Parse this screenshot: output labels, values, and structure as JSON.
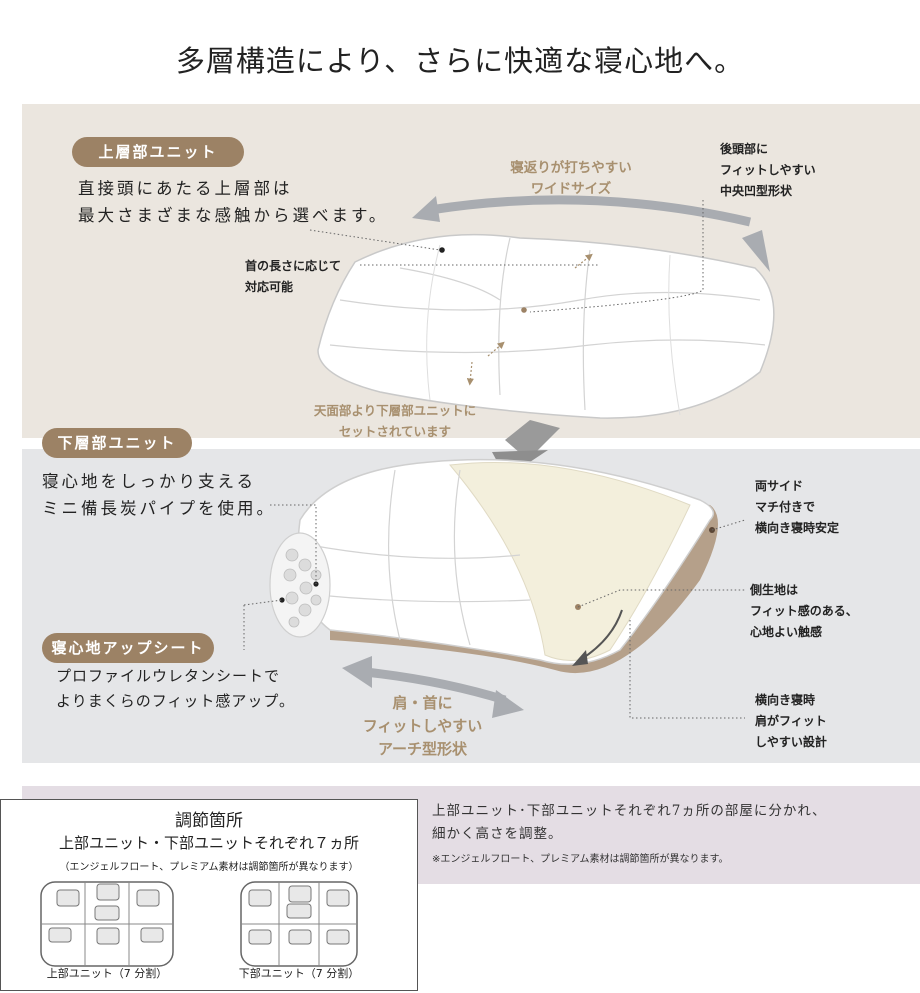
{
  "title": "多層構造により、さらに快適な寝心地へ。",
  "colors": {
    "band_top": "#ebe6df",
    "band_mid": "#e5e6e8",
    "band_bottom": "#e4dde4",
    "pill": "#9c8265",
    "accent_text": "#a8906f",
    "base_layer": "#b5a08a",
    "cream_fabric": "#f3efdc"
  },
  "upper": {
    "pill": "上層部ユニット",
    "lead": [
      "直接頭にあたる上層部は",
      "最大さまざまな感触から選べます。"
    ],
    "callout_neck": "首の長さに応じて\n対応可能",
    "callout_wide": "寝返りが打ちやすい\nワイドサイズ",
    "callout_center": "後頭部に\nフィットしやすい\n中央凹型形状",
    "set_note": "天面部より下層部ユニットに\nセットされています"
  },
  "lower": {
    "pill": "下層部ユニット",
    "lead": [
      "寝心地をしっかり支える",
      "ミニ備長炭パイプを使用。"
    ],
    "callout_sides": "両サイド\nマチ付きで\n横向き寝時安定",
    "callout_side_fabric": "側生地は\nフィット感のある、\n心地よい触感",
    "callout_side_sleep": "横向き寝時\n肩がフィット\nしやすい設計",
    "callout_arch": "肩・首に\nフィットしやすい\nアーチ型形状"
  },
  "upsheet": {
    "pill": "寝心地アップシート",
    "desc": [
      "プロファイルウレタンシートで",
      "よりまくらのフィット感アップ。"
    ]
  },
  "adjust": {
    "title": "調節箇所",
    "subtitle": "上部ユニット・下部ユニットそれぞれ７ヵ所",
    "note": "（エンジェルフロート、プレミアム素材は調節箇所が異なります）",
    "upper_label": "上部ユニット（7 分割）",
    "lower_label": "下部ユニット（7 分割）"
  },
  "bottom": {
    "text": [
      "上部ユニット･下部ユニットそれぞれ7ヵ所の部屋に分かれ、",
      "細かく高さを調整。"
    ],
    "note": "※エンジェルフロート、プレミアム素材は調節箇所が異なります。"
  }
}
